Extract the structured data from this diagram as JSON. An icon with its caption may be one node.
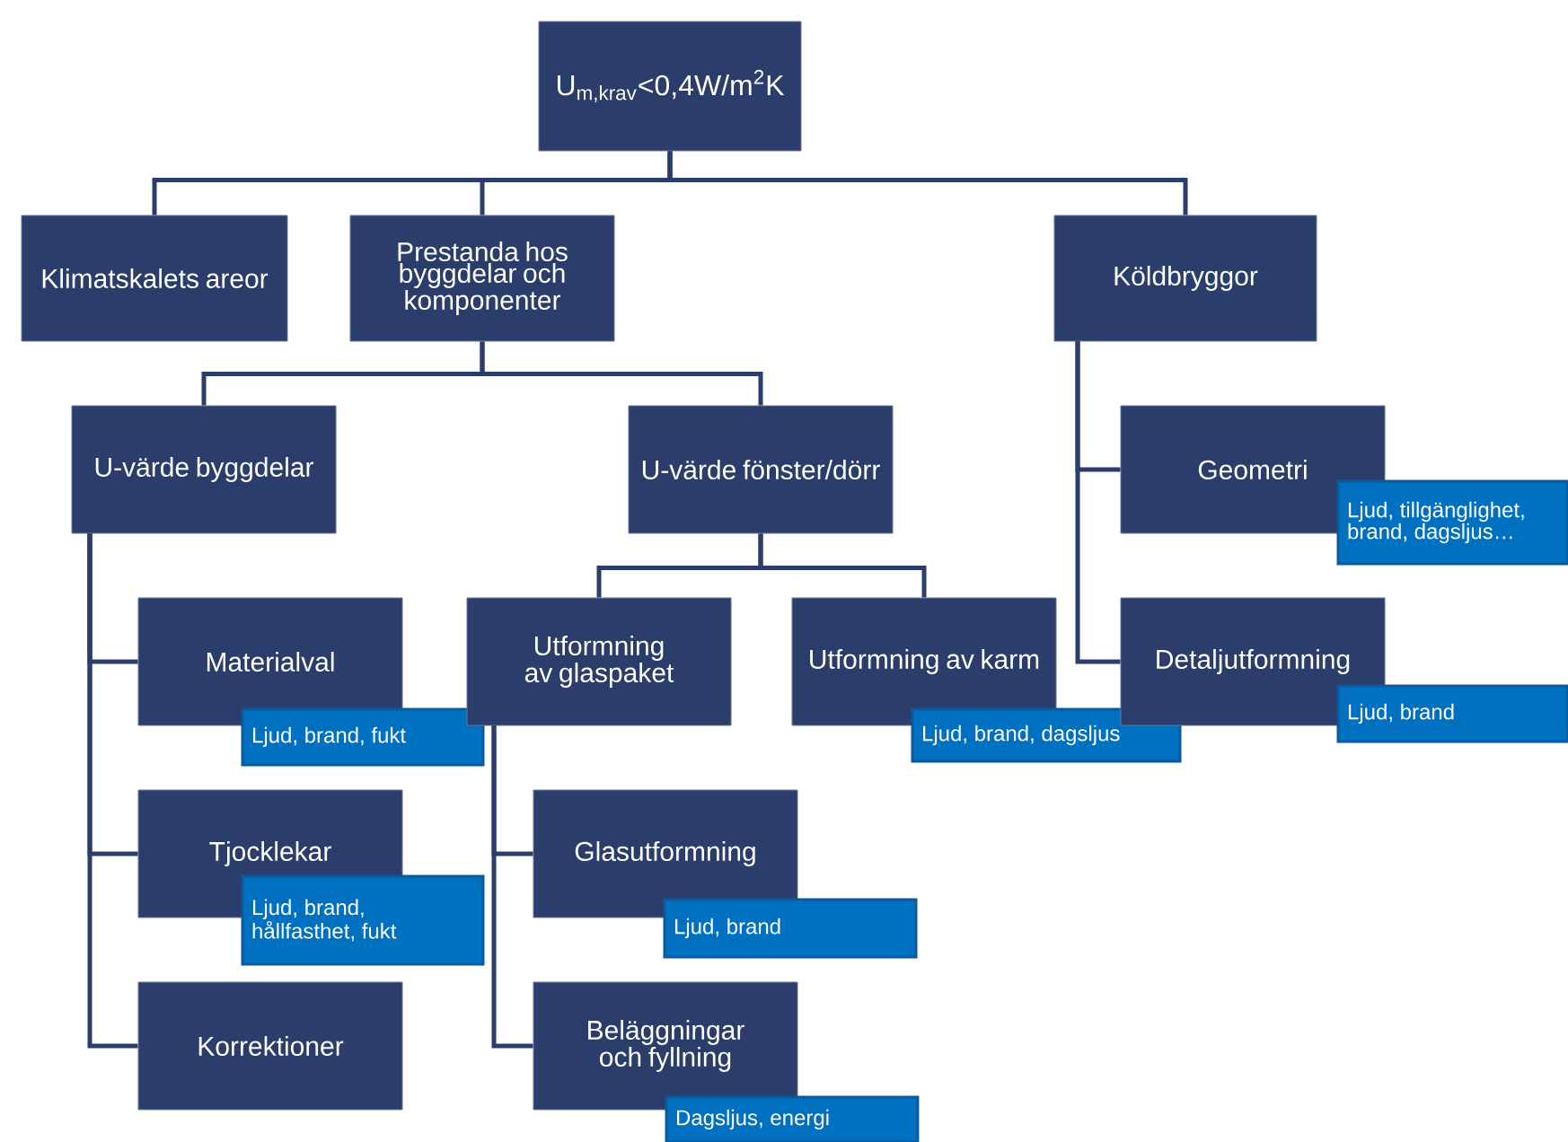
{
  "diagram": {
    "nodes": [
      {
        "text": [
          "U$_{m,krav}$<0,4W/m$^{2}$K"
        ]
      },
      {
        "text": [
          "Klimatskalets areor"
        ]
      },
      {
        "text": [
          "Prestanda hos byggdelar och komponenter"
        ]
      },
      {
        "text": [
          "Köldbryggor"
        ]
      },
      {
        "text": [
          "U-värde byggdelar"
        ]
      },
      {
        "text": [
          "U-värde fönster/dörr"
        ]
      },
      {
        "text": [
          "Geometri"
        ]
      },
      {
        "text": [
          "Ljud, tillgänglighet, brand, dagsljus…"
        ]
      },
      {
        "text": [
          "Materialval"
        ]
      },
      {
        "text": [
          "Ljud, brand, fukt"
        ]
      },
      {
        "text": [
          "Utformning av glaspaket"
        ]
      },
      {
        "text": [
          "Utformning av karm"
        ]
      },
      {
        "text": [
          "Ljud, brand, dagsljus"
        ]
      },
      {
        "text": [
          "Detaljutformning"
        ]
      },
      {
        "text": [
          "Ljud, brand"
        ]
      },
      {
        "text": [
          "Tjocklekar"
        ]
      },
      {
        "text": [
          "Ljud, brand, hållfasthet, fukt"
        ]
      },
      {
        "text": [
          "Glasutformning"
        ]
      },
      {
        "text": [
          "Ljud, brand"
        ]
      },
      {
        "text": [
          "Korrektioner"
        ]
      },
      {
        "text": [
          "Beläggningar och fyllning"
        ]
      },
      {
        "text": [
          "Dagsljus, energi"
        ]
      }
    ],
    "edges": [
      {
        "from": 0,
        "to": 1,
        "arrow": "none"
      },
      {
        "from": 0,
        "to": 2,
        "arrow": "none"
      },
      {
        "from": 0,
        "to": 3,
        "arrow": "none"
      },
      {
        "from": 2,
        "to": 4,
        "arrow": "none"
      },
      {
        "from": 2,
        "to": 5,
        "arrow": "none"
      },
      {
        "from": 3,
        "to": 6,
        "arrow": "none"
      },
      {
        "from": 3,
        "to": 13,
        "arrow": "none"
      },
      {
        "from": 4,
        "to": 8,
        "arrow": "none"
      },
      {
        "from": 4,
        "to": 15,
        "arrow": "none"
      },
      {
        "from": 4,
        "to": 19,
        "arrow": "none"
      },
      {
        "from": 5,
        "to": 10,
        "arrow": "none"
      },
      {
        "from": 5,
        "to": 11,
        "arrow": "none"
      },
      {
        "from": 10,
        "to": 17,
        "arrow": "none"
      },
      {
        "from": 10,
        "to": 20,
        "arrow": "none"
      }
    ]
  }
}
